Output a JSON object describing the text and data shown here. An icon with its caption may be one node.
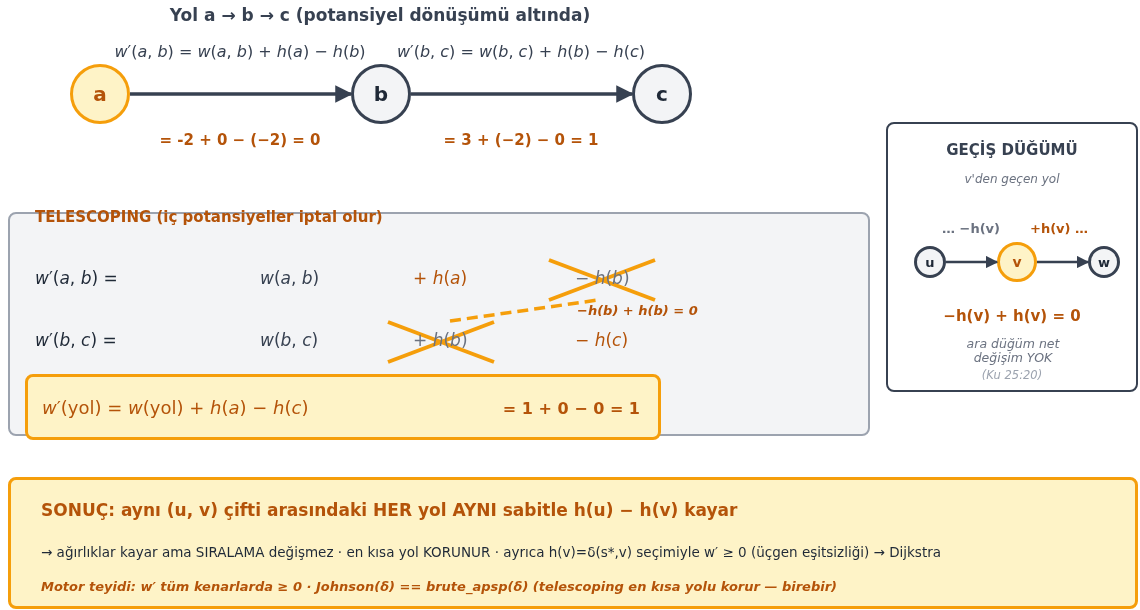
{
  "diagram": {
    "title": "Yol  a → b → c  (potansiyel dönüşümü altında)",
    "nodes": [
      {
        "text": [
          "a"
        ]
      },
      {
        "text": [
          "b"
        ]
      },
      {
        "text": [
          "c"
        ]
      },
      {
        "text": [
          "TELESCOPING  (iç potansiyeller iptal olur)"
        ]
      },
      {
        "text": [
          "*w*′(yol) = *w*(yol) + *h*(*a*) − *h*(*c*)",
          "= 1 + 0 − 0 = 1"
        ],
        "in": 3
      },
      {
        "text": [
          "GEÇİŞ DÜĞÜMÜ",
          "v'den geçen yol",
          "−h(v) + h(v) = 0",
          "ara düğüm net değişim YOK",
          "(Ku 25:20)"
        ]
      },
      {
        "text": [
          "u"
        ],
        "in": 5
      },
      {
        "text": [
          "v"
        ],
        "in": 5
      },
      {
        "text": [
          "w"
        ],
        "in": 5
      },
      {
        "text": [
          "SONUÇ:  aynı (u, v) çifti arasındaki HER yol AYNI sabitle h(u) − h(v) kayar",
          "→ ağırlıklar kayar ama SIRALAMA değişmez · en kısa yol KORUNUR · ayrıca h(v)=δ(s*,v) seçimiyle w′ ≥ 0 (üçgen eşitsizliği) → Dijkstra",
          "Motor teyidi: w′ tüm kenarlarda ≥ 0  ·  Johnson(δ) == brute_apsp(δ) (telescoping en kısa yolu korur — birebir)"
        ]
      }
    ],
    "edges": [
      {
        "from": 0,
        "to": 1,
        "arrow": "to",
        "label": "*w*′(*a*, *b*) = *w*(*a*, *b*) + *h*(*a*) − *h*(*b*)"
      },
      {
        "from": 1,
        "to": 2,
        "arrow": "to",
        "label": "*w*′(*b*, *c*) = *w*(*b*, *c*) + *h*(*b*) − *h*(*c*)"
      },
      {
        "from": 6,
        "to": 7,
        "arrow": "to",
        "label": "… −h(v)"
      },
      {
        "from": 7,
        "to": 8,
        "arrow": "to",
        "label": "+h(v) …"
      }
    ],
    "labels": [
      "= -2 + 0 − (−2) = 0",
      "= 3 + (−2) − 0 = 1",
      "*w*′(*a*, *b*) =",
      "*w*(*a*, *b*)",
      "+ *h*(*a*)",
      "− *h*(*b*)",
      "−h(b) + h(b) = 0",
      "*w*′(*b*, *c*) =",
      "*w*(*b*, *c*)",
      "+ *h*(*b*)",
      "− *h*(*c*)"
    ]
  }
}
